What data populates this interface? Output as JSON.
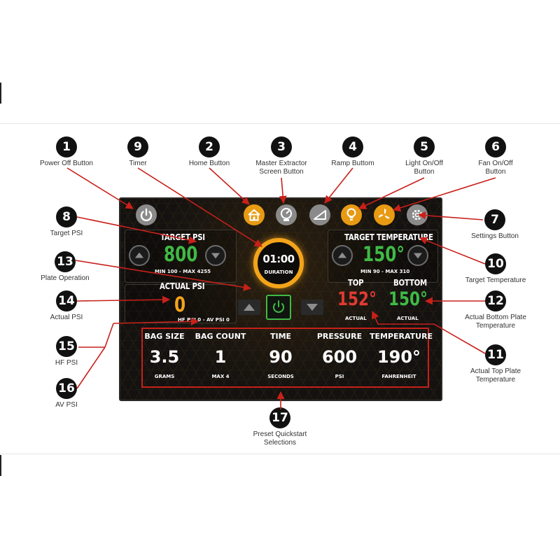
{
  "callouts": [
    {
      "number": "1",
      "label": "Power Off Button"
    },
    {
      "number": "9",
      "label": "Timer"
    },
    {
      "number": "2",
      "label": "Home Button"
    },
    {
      "number": "3",
      "label": "Master Extractor\nScreen Button"
    },
    {
      "number": "4",
      "label": "Ramp Buttom"
    },
    {
      "number": "5",
      "label": "Light On/Off\nButton"
    },
    {
      "number": "6",
      "label": "Fan On/Off\nButton"
    },
    {
      "number": "8",
      "label": "Target PSI"
    },
    {
      "number": "7",
      "label": "Settings Button"
    },
    {
      "number": "13",
      "label": "Plate Operation"
    },
    {
      "number": "10",
      "label": "Target Temperature"
    },
    {
      "number": "14",
      "label": "Actual PSI"
    },
    {
      "number": "12",
      "label": "Actual Bottom Plate\nTemperature"
    },
    {
      "number": "15",
      "label": "HF PSI"
    },
    {
      "number": "11",
      "label": "Actual Top Plate\nTemperature"
    },
    {
      "number": "16",
      "label": "AV PSI"
    },
    {
      "number": "17",
      "label": "Preset Quickstart\nSelections"
    }
  ],
  "toolbar": {
    "icons": [
      "power-icon",
      "home-icon",
      "gauge-icon",
      "ramp-icon",
      "lightbulb-icon",
      "fan-icon",
      "gear-icon"
    ],
    "colors": {
      "inactive": "#8a8a8a",
      "active": "#e89a13"
    }
  },
  "target_psi": {
    "title": "TARGET PSI",
    "value": "800",
    "range": "MIN 100 - MAX 4255"
  },
  "actual_psi": {
    "title": "ACTUAL PSI",
    "value": "0",
    "sub": "HF PSI 0 - AV PSI 0"
  },
  "timer": {
    "time": "01:00",
    "label": "DURATION"
  },
  "target_temperature": {
    "title": "TARGET TEMPERATURE",
    "value": "150°",
    "range": "MIN 90 - MAX 310"
  },
  "top_plate": {
    "title": "TOP",
    "value": "152°",
    "label": "ACTUAL"
  },
  "bottom_plate": {
    "title": "BOTTOM",
    "value": "150°",
    "label": "ACTUAL"
  },
  "presets": [
    {
      "header": "BAG SIZE",
      "value": "3.5",
      "unit": "GRAMS"
    },
    {
      "header": "BAG COUNT",
      "value": "1",
      "unit": "MAX 4"
    },
    {
      "header": "TIME",
      "value": "90",
      "unit": "SECONDS"
    },
    {
      "header": "PRESSURE",
      "value": "600",
      "unit": "PSI"
    },
    {
      "header": "TEMPERATURE",
      "value": "190°",
      "unit": "FAHRENHEIT"
    }
  ],
  "colors": {
    "green": "#3fba45",
    "red": "#e23a32",
    "orange": "#f3a41a",
    "callout_line": "#c9201a"
  }
}
